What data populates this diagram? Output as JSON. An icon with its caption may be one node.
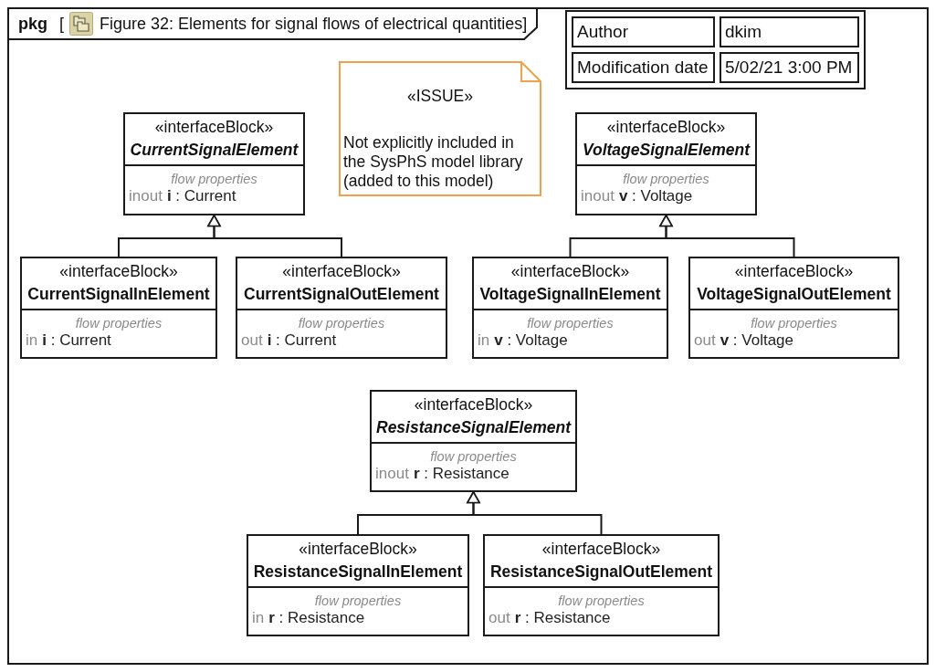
{
  "diagram": {
    "nodes": [
      {
        "text": [
          "pkg",
          "[",
          "Figure 32: Elements for signal flows of electrical quantities]"
        ]
      },
      {
        "text": [
          "«ISSUE»",
          "Not explicitly included in the SysPhS model library (added to this model)"
        ],
        "in": 0
      },
      {
        "text": [
          "«interfaceBlock»",
          "CurrentSignalElement",
          "flow properties",
          "inout",
          "**i** : Current"
        ],
        "in": 0
      },
      {
        "text": [
          "«interfaceBlock»",
          "CurrentSignalInElement",
          "flow properties",
          "in",
          "**i** : Current"
        ],
        "in": 0
      },
      {
        "text": [
          "«interfaceBlock»",
          "CurrentSignalOutElement",
          "flow properties",
          "out",
          "**i** : Current"
        ],
        "in": 0
      },
      {
        "text": [
          "«interfaceBlock»",
          "VoltageSignalElement",
          "flow properties",
          "inout",
          "**v** : Voltage"
        ],
        "in": 0
      },
      {
        "text": [
          "«interfaceBlock»",
          "VoltageSignalInElement",
          "flow properties",
          "in",
          "**v** : Voltage"
        ],
        "in": 0
      },
      {
        "text": [
          "«interfaceBlock»",
          "VoltageSignalOutElement",
          "flow properties",
          "out",
          "**v** : Voltage"
        ],
        "in": 0
      },
      {
        "text": [
          "«interfaceBlock»",
          "ResistanceSignalElement",
          "flow properties",
          "inout",
          "**r** : Resistance"
        ],
        "in": 0
      },
      {
        "text": [
          "«interfaceBlock»",
          "ResistanceSignalInElement",
          "flow properties",
          "in",
          "**r** : Resistance"
        ],
        "in": 0
      },
      {
        "text": [
          "«interfaceBlock»",
          "ResistanceSignalOutElement",
          "flow properties",
          "out",
          "**r** : Resistance"
        ],
        "in": 0
      }
    ],
    "edges": [
      {
        "from": 3,
        "to": 2,
        "arrow": "to"
      },
      {
        "from": 4,
        "to": 2,
        "arrow": "to"
      },
      {
        "from": 6,
        "to": 5,
        "arrow": "to"
      },
      {
        "from": 7,
        "to": 5,
        "arrow": "to"
      },
      {
        "from": 9,
        "to": 8,
        "arrow": "to"
      },
      {
        "from": 10,
        "to": 8,
        "arrow": "to"
      }
    ],
    "labels": [
      "Author",
      "dkim",
      "Modification date",
      "5/02/21 3:00 PM"
    ]
  }
}
